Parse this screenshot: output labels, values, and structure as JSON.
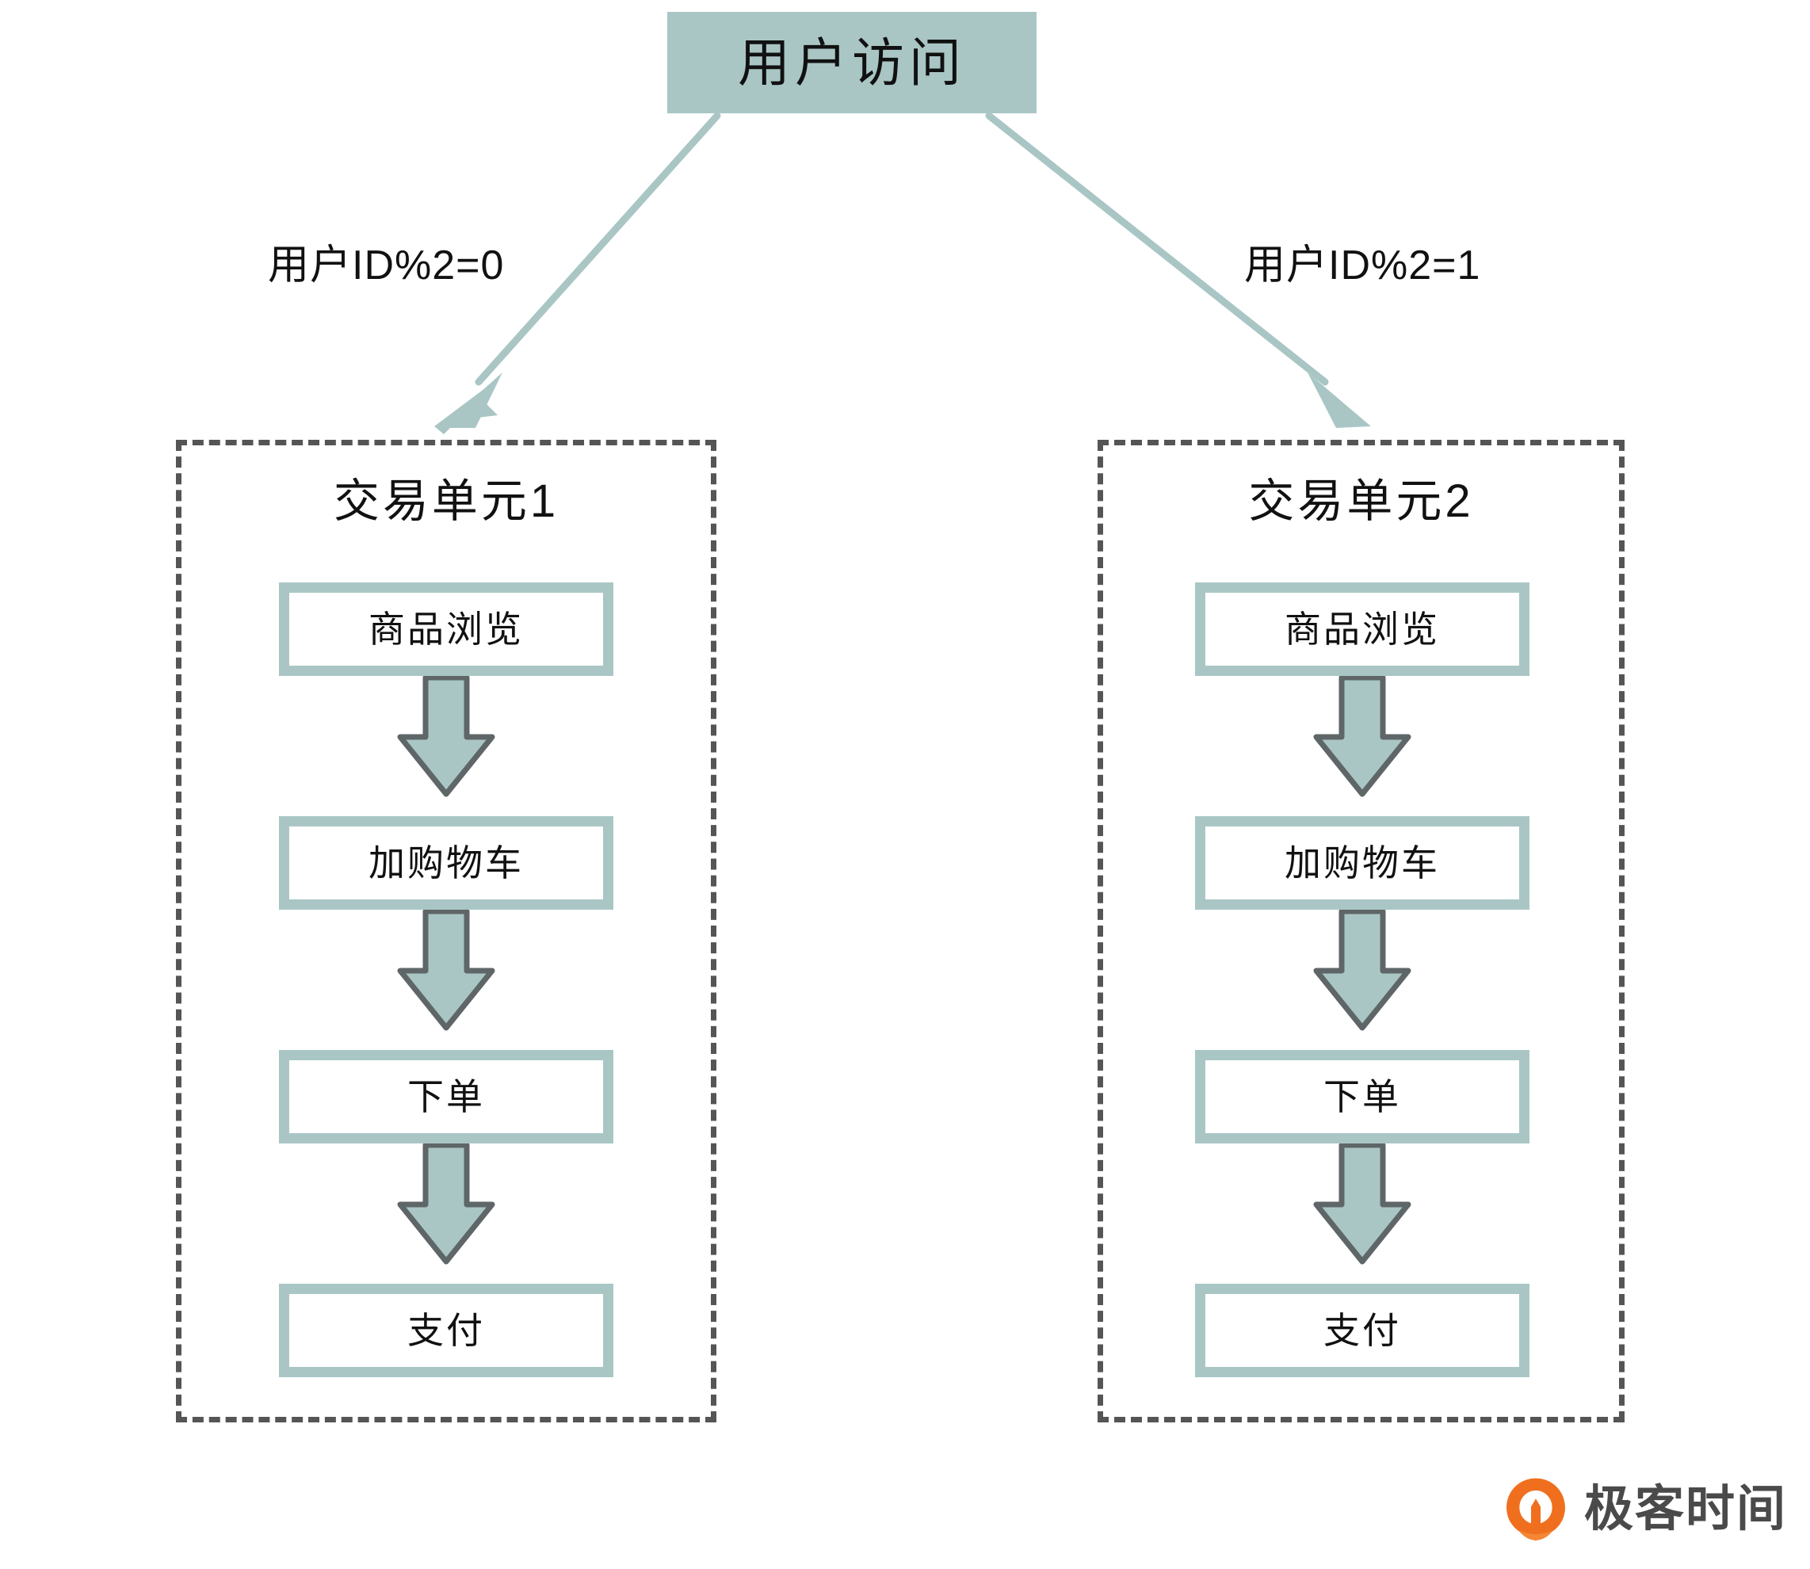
{
  "diagram": {
    "root": {
      "label": "用户访问",
      "fill_color": "#a9c6c5"
    },
    "edges": [
      {
        "name": "left-branch",
        "label": "用户ID%2=0"
      },
      {
        "name": "right-branch",
        "label": "用户ID%2=1"
      }
    ],
    "groups": [
      {
        "title": "交易单元1",
        "border_style": "dashed",
        "border_color": "#555555",
        "nodes": [
          {
            "label": "商品浏览"
          },
          {
            "label": "加购物车"
          },
          {
            "label": "下单"
          },
          {
            "label": "支付"
          }
        ]
      },
      {
        "title": "交易单元2",
        "border_style": "dashed",
        "border_color": "#555555",
        "nodes": [
          {
            "label": "商品浏览"
          },
          {
            "label": "加购物车"
          },
          {
            "label": "下单"
          },
          {
            "label": "支付"
          }
        ]
      }
    ],
    "colors": {
      "accent": "#a9c6c5",
      "outline": "#555555",
      "text": "#111111",
      "logo_orange": "#f06f1e",
      "logo_gray": "#4a4a4a"
    }
  },
  "logo": {
    "text": "极客时间",
    "mark": "geektime-logo-icon"
  }
}
